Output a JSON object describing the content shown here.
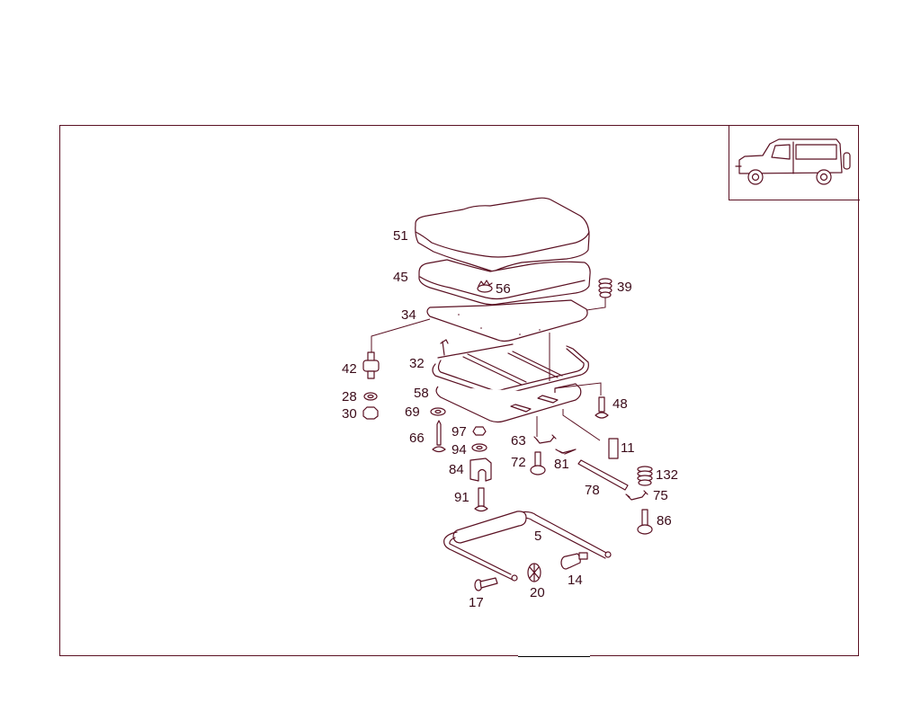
{
  "diagram": {
    "type": "exploded-parts-diagram",
    "subject": "Seat cushion and frame assembly",
    "line_color": "#5a1022",
    "text_color": "#3a0a18",
    "thumbnail": {
      "icon": "vehicle-suv-side-view-icon"
    },
    "parts": [
      {
        "id": "51",
        "desc": "seat cushion top"
      },
      {
        "id": "45",
        "desc": "foam pad"
      },
      {
        "id": "56",
        "desc": "clip"
      },
      {
        "id": "39",
        "desc": "spring/buffer"
      },
      {
        "id": "34",
        "desc": "base plate"
      },
      {
        "id": "42",
        "desc": "stud bolt / rubber mount"
      },
      {
        "id": "32",
        "desc": "seat frame"
      },
      {
        "id": "58",
        "desc": "lower plate"
      },
      {
        "id": "28",
        "desc": "washer"
      },
      {
        "id": "30",
        "desc": "nut"
      },
      {
        "id": "48",
        "desc": "countersunk screw"
      },
      {
        "id": "69",
        "desc": "washer"
      },
      {
        "id": "66",
        "desc": "screw"
      },
      {
        "id": "97",
        "desc": "nut"
      },
      {
        "id": "94",
        "desc": "washer"
      },
      {
        "id": "63",
        "desc": "bracket"
      },
      {
        "id": "11",
        "desc": "clip"
      },
      {
        "id": "84",
        "desc": "clamp"
      },
      {
        "id": "72",
        "desc": "screw"
      },
      {
        "id": "81",
        "desc": "spring clip"
      },
      {
        "id": "132",
        "desc": "buffer"
      },
      {
        "id": "78",
        "desc": "strap"
      },
      {
        "id": "75",
        "desc": "bracket"
      },
      {
        "id": "91",
        "desc": "screw"
      },
      {
        "id": "86",
        "desc": "screw"
      },
      {
        "id": "5",
        "desc": "tubular frame"
      },
      {
        "id": "14",
        "desc": "bushing"
      },
      {
        "id": "17",
        "desc": "pin"
      },
      {
        "id": "20",
        "desc": "washer"
      }
    ],
    "labels": {
      "l51": "51",
      "l45": "45",
      "l56": "56",
      "l39": "39",
      "l34": "34",
      "l42": "42",
      "l32": "32",
      "l58": "58",
      "l28": "28",
      "l30": "30",
      "l48": "48",
      "l69": "69",
      "l66": "66",
      "l97": "97",
      "l94": "94",
      "l63": "63",
      "l11": "11",
      "l84": "84",
      "l72": "72",
      "l81": "81",
      "l132": "132",
      "l78": "78",
      "l75": "75",
      "l91": "91",
      "l86": "86",
      "l5": "5",
      "l14": "14",
      "l17": "17",
      "l20": "20"
    }
  }
}
